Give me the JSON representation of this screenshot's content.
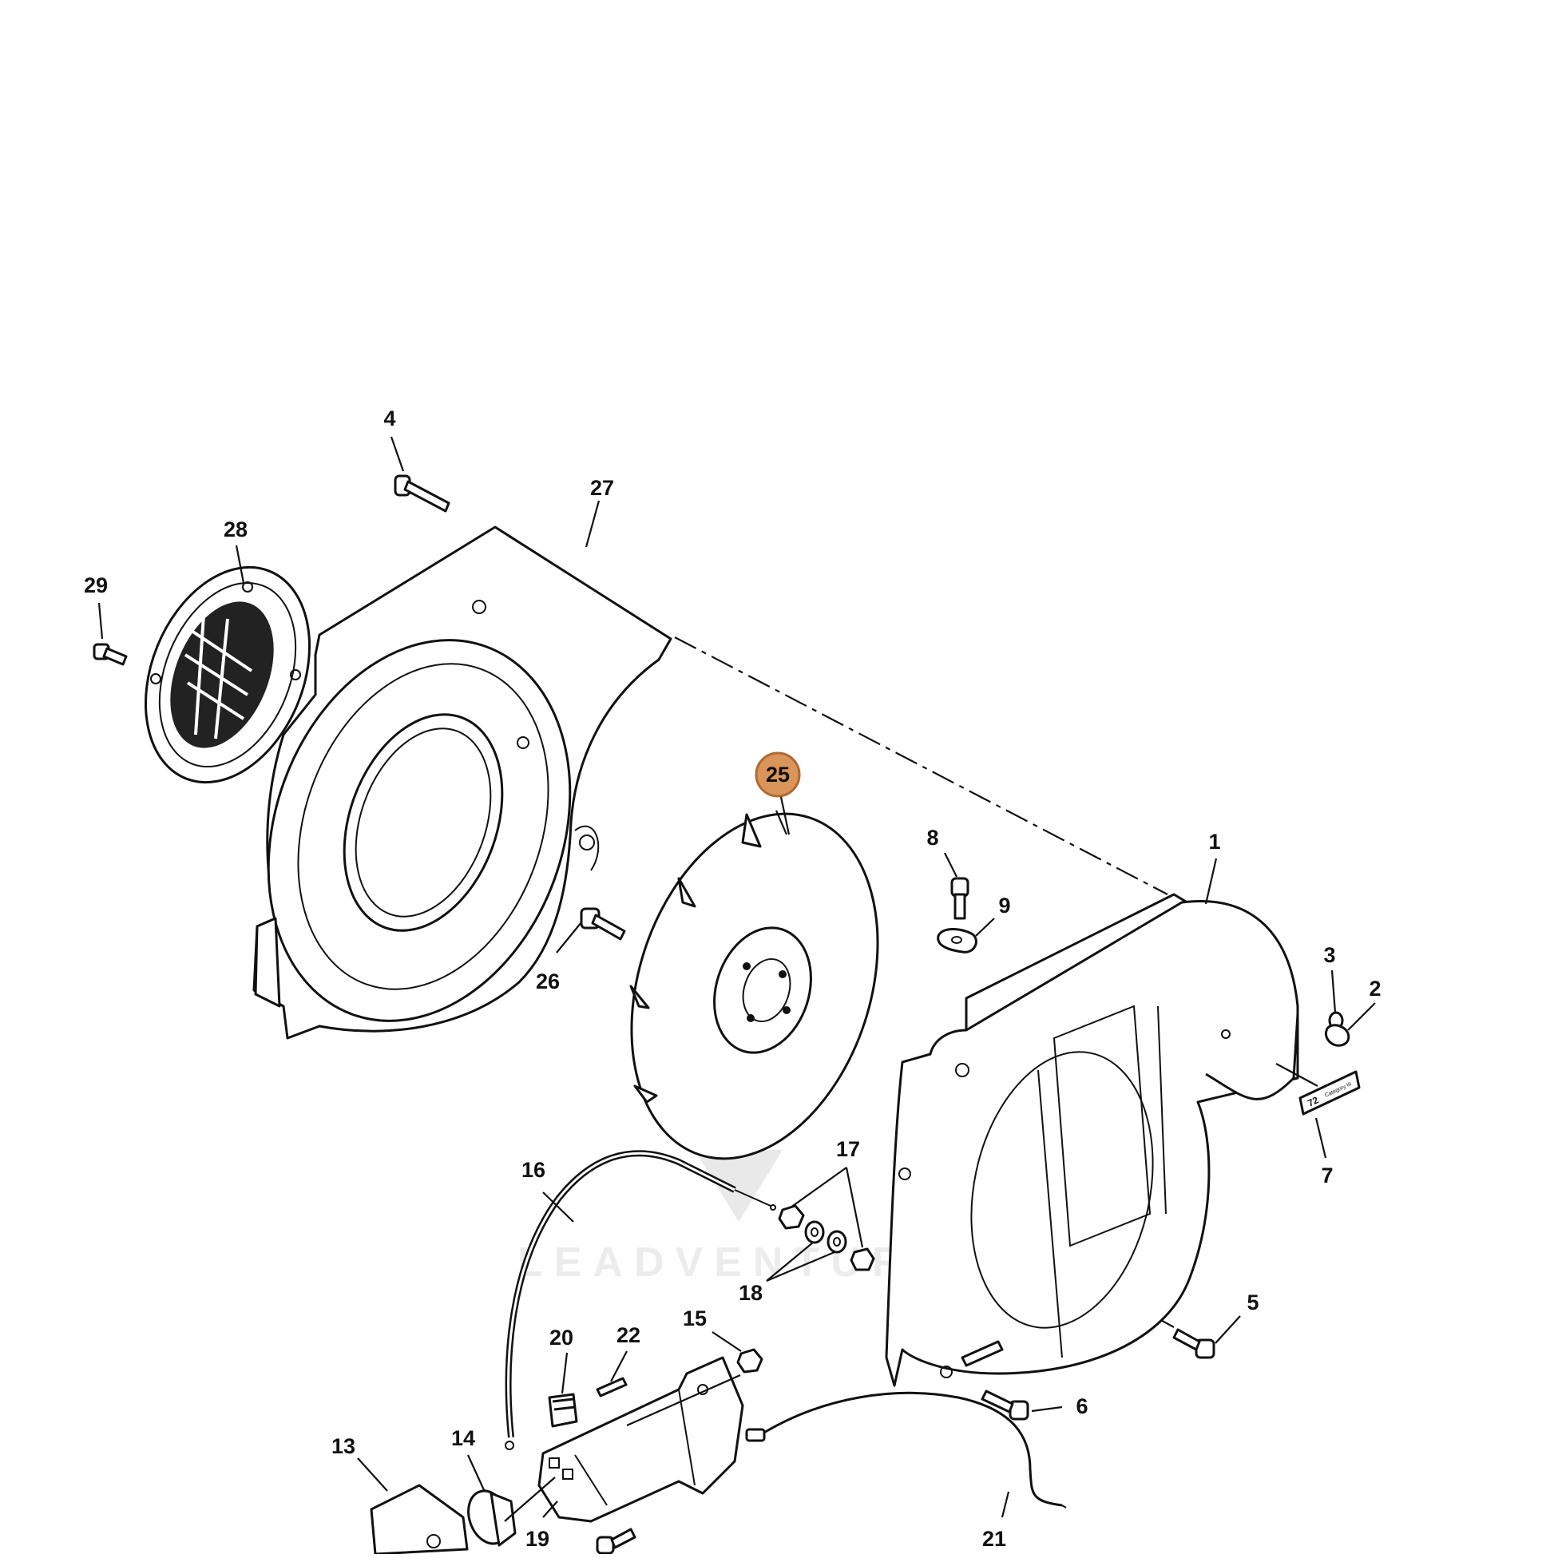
{
  "diagram": {
    "highlight_color": "#d9955a",
    "highlight_part": "25",
    "watermark": "LEADVENTURE",
    "decal_text": "72",
    "decal_subtext": "Category III",
    "callouts": [
      "1",
      "2",
      "3",
      "4",
      "5",
      "6",
      "7",
      "8",
      "9",
      "13",
      "14",
      "15",
      "16",
      "17",
      "18",
      "19",
      "20",
      "21",
      "22",
      "25",
      "26",
      "27",
      "28",
      "29"
    ]
  }
}
